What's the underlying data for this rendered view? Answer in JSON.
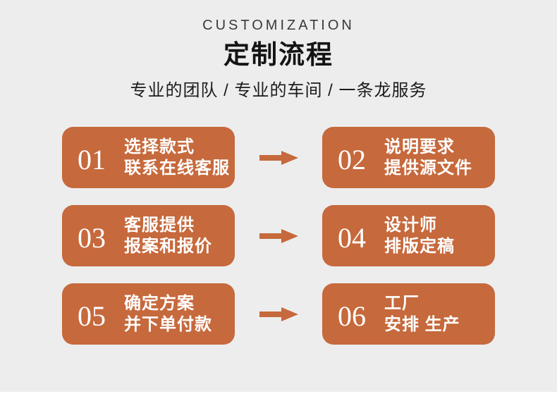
{
  "page": {
    "eyebrow": "CUSTOMIZATION",
    "title": "定制流程",
    "subtitle": "专业的团队 / 专业的车间 / 一条龙服务"
  },
  "colors": {
    "accent": "#c6693c",
    "background": "#ededed",
    "heading_text": "#141414",
    "box_text": "#ffffff"
  },
  "steps": [
    {
      "number": "01",
      "line1": "选择款式",
      "line2": "联系在线客服"
    },
    {
      "number": "02",
      "line1": "说明要求",
      "line2": "提供源文件"
    },
    {
      "number": "03",
      "line1": "客服提供",
      "line2": "报案和报价"
    },
    {
      "number": "04",
      "line1": "设计师",
      "line2": "排版定稿"
    },
    {
      "number": "05",
      "line1": "确定方案",
      "line2": "并下单付款"
    },
    {
      "number": "06",
      "line1": "工厂",
      "line2": "安排 生产"
    }
  ],
  "icons": {
    "step_arrow": "right-arrow"
  }
}
